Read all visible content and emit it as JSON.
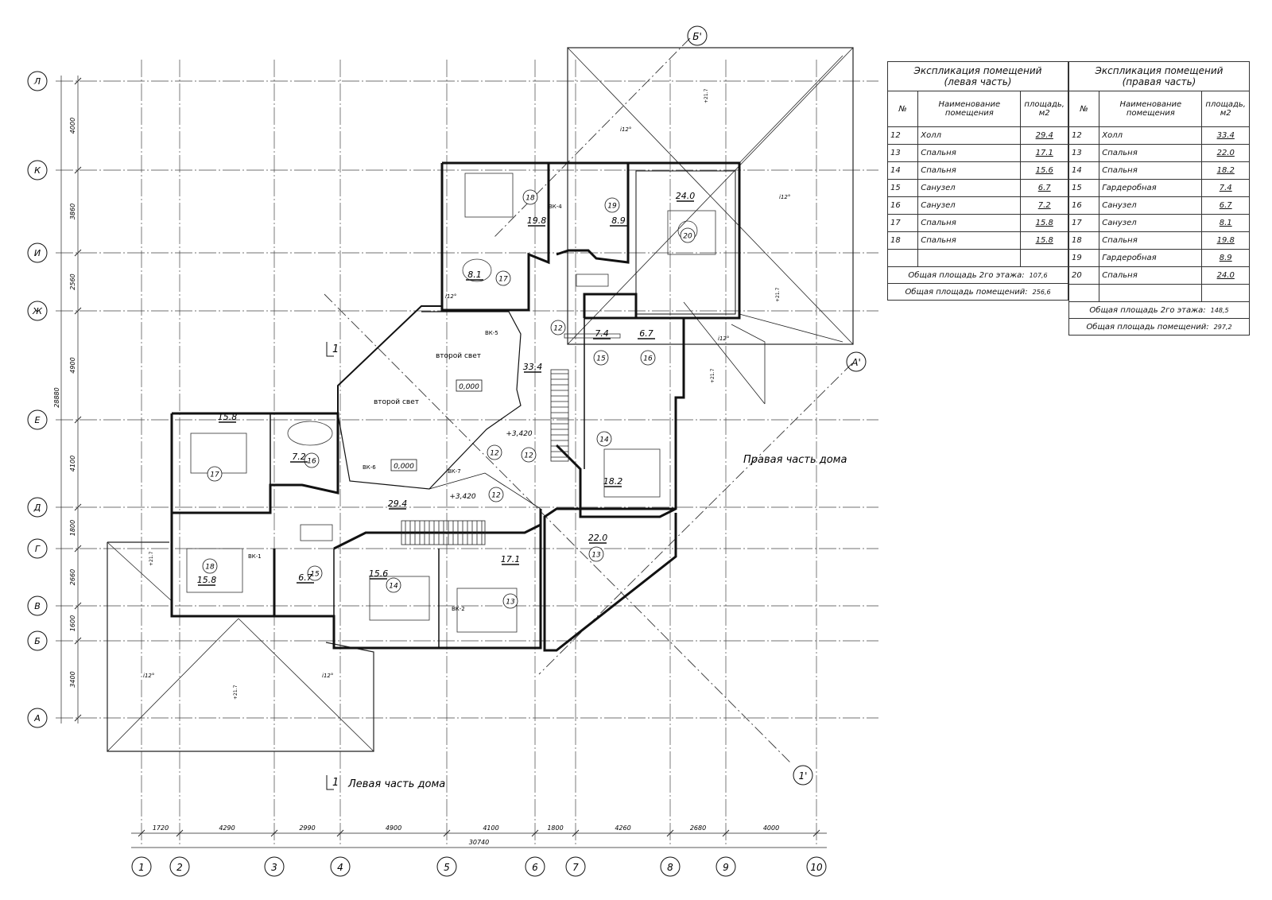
{
  "grid": {
    "vertical_axes": [
      "1",
      "2",
      "3",
      "4",
      "5",
      "6",
      "7",
      "8",
      "9",
      "10"
    ],
    "horizontal_axes": [
      "Л",
      "К",
      "И",
      "Ж",
      "Е",
      "Д",
      "Г",
      "В",
      "Б",
      "А"
    ],
    "vertical_spacings": [
      "1720",
      "4290",
      "2990",
      "4900",
      "4100",
      "1800",
      "4260",
      "2680",
      "4000"
    ],
    "total_width": "30740",
    "horizontal_spacings": [
      "4000",
      "3860",
      "2560",
      "4900",
      "4100",
      "1800",
      "2660",
      "1600",
      "3400"
    ],
    "total_height": "28880"
  },
  "section_marks": {
    "b": "Б'",
    "a": "А'",
    "one": "1'",
    "cut_top": "1",
    "cut_bottom": "1"
  },
  "labels": {
    "left_house": "Левая часть дома",
    "right_house": "Правая часть дома",
    "second_light": "второй свет",
    "second_light_2": "второй свет"
  },
  "levels": [
    "0,000",
    "0,000",
    "+3,420",
    "+3,420"
  ],
  "slopes": [
    "i12°",
    "i12°",
    "i12°",
    "i12°",
    "i12°",
    "i12°"
  ],
  "roof_levels": [
    "+21.7",
    "+21.7",
    "+21.7",
    "+21.7",
    "+21.7"
  ],
  "vk_tags": [
    "ВК-4",
    "ВК-5",
    "ВК-6",
    "ВК-7",
    "ВК-1",
    "ВК-2"
  ],
  "rooms": [
    {
      "num": "18",
      "area": "19.8"
    },
    {
      "num": "19",
      "area": "8.9"
    },
    {
      "num": "20",
      "area": "24.0"
    },
    {
      "num": "17",
      "area": "8.1"
    },
    {
      "num": "12",
      "area": "33.4"
    },
    {
      "num": "15",
      "area": "7.4"
    },
    {
      "num": "16",
      "area": "6.7"
    },
    {
      "num": "14",
      "area": "18.2"
    },
    {
      "num": "13",
      "area": "22.0"
    },
    {
      "num": "17",
      "area": "15.8"
    },
    {
      "num": "16",
      "area": "7.2"
    },
    {
      "num": "12",
      "area": "29.4"
    },
    {
      "num": "18",
      "area": "15.8"
    },
    {
      "num": "15",
      "area": "6.7"
    },
    {
      "num": "14",
      "area": "15.6"
    },
    {
      "num": "13",
      "area": "17.1"
    },
    {
      "num": "12",
      "area": ""
    },
    {
      "num": "12",
      "area": ""
    }
  ],
  "table_left": {
    "title": "Экспликация помещений",
    "subtitle": "(левая часть)",
    "col_num": "№",
    "col_name": "Наименование помещения",
    "col_area": "площадь, м2",
    "rows": [
      {
        "num": "12",
        "name": "Холл",
        "area": "29.4"
      },
      {
        "num": "13",
        "name": "Спальня",
        "area": "17.1"
      },
      {
        "num": "14",
        "name": "Спальня",
        "area": "15.6"
      },
      {
        "num": "15",
        "name": "Санузел",
        "area": "6.7"
      },
      {
        "num": "16",
        "name": "Санузел",
        "area": "7.2"
      },
      {
        "num": "17",
        "name": "Спальня",
        "area": "15.8"
      },
      {
        "num": "18",
        "name": "Спальня",
        "area": "15.8"
      },
      {
        "num": "",
        "name": "",
        "area": ""
      }
    ],
    "total_floor_label": "Общая площадь 2го этажа:",
    "total_floor": "107,6",
    "total_rooms_label": "Общая площадь помещений:",
    "total_rooms": "256,6"
  },
  "table_right": {
    "title": "Экспликация помещений",
    "subtitle": "(правая часть)",
    "col_num": "№",
    "col_name": "Наименование помещения",
    "col_area": "площадь, м2",
    "rows": [
      {
        "num": "12",
        "name": "Холл",
        "area": "33.4"
      },
      {
        "num": "13",
        "name": "Спальня",
        "area": "22.0"
      },
      {
        "num": "14",
        "name": "Спальня",
        "area": "18.2"
      },
      {
        "num": "15",
        "name": "Гардеробная",
        "area": "7.4"
      },
      {
        "num": "16",
        "name": "Санузел",
        "area": "6.7"
      },
      {
        "num": "17",
        "name": "Санузел",
        "area": "8.1"
      },
      {
        "num": "18",
        "name": "Спальня",
        "area": "19.8"
      },
      {
        "num": "19",
        "name": "Гардеробная",
        "area": "8.9"
      },
      {
        "num": "20",
        "name": "Спальня",
        "area": "24.0"
      },
      {
        "num": "",
        "name": "",
        "area": ""
      }
    ],
    "total_floor_label": "Общая площадь 2го этажа:",
    "total_floor": "148,5",
    "total_rooms_label": "Общая площадь помещений:",
    "total_rooms": "297,2"
  }
}
